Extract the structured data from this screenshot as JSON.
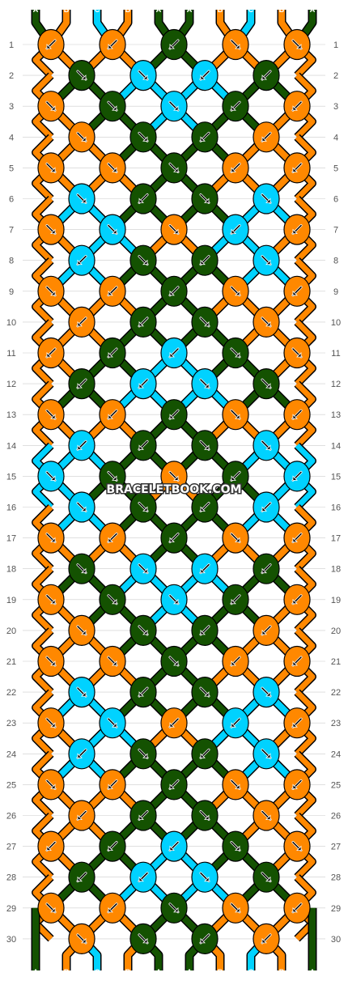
{
  "colors": {
    "A": "#145201",
    "B": "#ff8800",
    "C": "#00d2ff",
    "outline": "#000000",
    "grid": "#cccccc"
  },
  "strings": [
    "A",
    "B",
    "C",
    "B",
    "A",
    "A",
    "B",
    "C",
    "B",
    "A"
  ],
  "watermark": "BRACELETBOOK.COM",
  "rows": [
    {
      "n": 1,
      "knots": [
        {
          "c": "B",
          "d": "L"
        },
        {
          "c": "B",
          "d": "L"
        },
        {
          "c": "A",
          "d": "L"
        },
        {
          "c": "B",
          "d": "R"
        },
        {
          "c": "B",
          "d": "R"
        }
      ]
    },
    {
      "n": 2,
      "knots": [
        {
          "c": "A",
          "d": "R"
        },
        {
          "c": "C",
          "d": "R"
        },
        {
          "c": "C",
          "d": "L"
        },
        {
          "c": "A",
          "d": "L"
        }
      ]
    },
    {
      "n": 3,
      "knots": [
        {
          "c": "B",
          "d": "R"
        },
        {
          "c": "A",
          "d": "R"
        },
        {
          "c": "C",
          "d": "R"
        },
        {
          "c": "A",
          "d": "L"
        },
        {
          "c": "B",
          "d": "L"
        }
      ]
    },
    {
      "n": 4,
      "knots": [
        {
          "c": "B",
          "d": "R"
        },
        {
          "c": "A",
          "d": "R"
        },
        {
          "c": "A",
          "d": "L"
        },
        {
          "c": "B",
          "d": "L"
        }
      ]
    },
    {
      "n": 5,
      "knots": [
        {
          "c": "B",
          "d": "R"
        },
        {
          "c": "B",
          "d": "R"
        },
        {
          "c": "A",
          "d": "R"
        },
        {
          "c": "B",
          "d": "L"
        },
        {
          "c": "B",
          "d": "L"
        }
      ]
    },
    {
      "n": 6,
      "knots": [
        {
          "c": "C",
          "d": "R"
        },
        {
          "c": "A",
          "d": "L"
        },
        {
          "c": "A",
          "d": "R"
        },
        {
          "c": "C",
          "d": "R"
        }
      ]
    },
    {
      "n": 7,
      "knots": [
        {
          "c": "B",
          "d": "R"
        },
        {
          "c": "C",
          "d": "R"
        },
        {
          "c": "B",
          "d": "R"
        },
        {
          "c": "C",
          "d": "L"
        },
        {
          "c": "B",
          "d": "L"
        }
      ]
    },
    {
      "n": 8,
      "knots": [
        {
          "c": "C",
          "d": "L"
        },
        {
          "c": "A",
          "d": "R"
        },
        {
          "c": "A",
          "d": "L"
        },
        {
          "c": "C",
          "d": "R"
        }
      ]
    },
    {
      "n": 9,
      "knots": [
        {
          "c": "B",
          "d": "R"
        },
        {
          "c": "B",
          "d": "L"
        },
        {
          "c": "A",
          "d": "L"
        },
        {
          "c": "B",
          "d": "R"
        },
        {
          "c": "B",
          "d": "L"
        }
      ]
    },
    {
      "n": 10,
      "knots": [
        {
          "c": "B",
          "d": "L"
        },
        {
          "c": "A",
          "d": "L"
        },
        {
          "c": "A",
          "d": "R"
        },
        {
          "c": "B",
          "d": "R"
        }
      ]
    },
    {
      "n": 11,
      "knots": [
        {
          "c": "B",
          "d": "L"
        },
        {
          "c": "A",
          "d": "L"
        },
        {
          "c": "C",
          "d": "L"
        },
        {
          "c": "A",
          "d": "R"
        },
        {
          "c": "B",
          "d": "R"
        }
      ]
    },
    {
      "n": 12,
      "knots": [
        {
          "c": "A",
          "d": "L"
        },
        {
          "c": "C",
          "d": "L"
        },
        {
          "c": "C",
          "d": "R"
        },
        {
          "c": "A",
          "d": "R"
        }
      ]
    },
    {
      "n": 13,
      "knots": [
        {
          "c": "B",
          "d": "R"
        },
        {
          "c": "B",
          "d": "L"
        },
        {
          "c": "A",
          "d": "L"
        },
        {
          "c": "B",
          "d": "R"
        },
        {
          "c": "B",
          "d": "L"
        }
      ]
    },
    {
      "n": 14,
      "knots": [
        {
          "c": "C",
          "d": "L"
        },
        {
          "c": "A",
          "d": "L"
        },
        {
          "c": "A",
          "d": "R"
        },
        {
          "c": "C",
          "d": "R"
        }
      ]
    },
    {
      "n": 15,
      "knots": [
        {
          "c": "C",
          "d": "R"
        },
        {
          "c": "A",
          "d": "R"
        },
        {
          "c": "B",
          "d": "R"
        },
        {
          "c": "A",
          "d": "L"
        },
        {
          "c": "C",
          "d": "L"
        }
      ]
    },
    {
      "n": 16,
      "knots": [
        {
          "c": "C",
          "d": "R"
        },
        {
          "c": "A",
          "d": "R"
        },
        {
          "c": "A",
          "d": "L"
        },
        {
          "c": "C",
          "d": "L"
        }
      ]
    },
    {
      "n": 17,
      "knots": [
        {
          "c": "B",
          "d": "R"
        },
        {
          "c": "B",
          "d": "L"
        },
        {
          "c": "A",
          "d": "L"
        },
        {
          "c": "B",
          "d": "R"
        },
        {
          "c": "B",
          "d": "L"
        }
      ]
    },
    {
      "n": 18,
      "knots": [
        {
          "c": "A",
          "d": "R"
        },
        {
          "c": "C",
          "d": "R"
        },
        {
          "c": "C",
          "d": "L"
        },
        {
          "c": "A",
          "d": "L"
        }
      ]
    },
    {
      "n": 19,
      "knots": [
        {
          "c": "B",
          "d": "R"
        },
        {
          "c": "A",
          "d": "R"
        },
        {
          "c": "C",
          "d": "R"
        },
        {
          "c": "A",
          "d": "L"
        },
        {
          "c": "B",
          "d": "L"
        }
      ]
    },
    {
      "n": 20,
      "knots": [
        {
          "c": "B",
          "d": "R"
        },
        {
          "c": "A",
          "d": "R"
        },
        {
          "c": "A",
          "d": "L"
        },
        {
          "c": "B",
          "d": "L"
        }
      ]
    },
    {
      "n": 21,
      "knots": [
        {
          "c": "B",
          "d": "R"
        },
        {
          "c": "B",
          "d": "R"
        },
        {
          "c": "A",
          "d": "R"
        },
        {
          "c": "B",
          "d": "L"
        },
        {
          "c": "B",
          "d": "L"
        }
      ]
    },
    {
      "n": 22,
      "knots": [
        {
          "c": "C",
          "d": "R"
        },
        {
          "c": "A",
          "d": "L"
        },
        {
          "c": "A",
          "d": "R"
        },
        {
          "c": "C",
          "d": "R"
        }
      ]
    },
    {
      "n": 23,
      "knots": [
        {
          "c": "B",
          "d": "R"
        },
        {
          "c": "C",
          "d": "R"
        },
        {
          "c": "B",
          "d": "L"
        },
        {
          "c": "C",
          "d": "L"
        },
        {
          "c": "B",
          "d": "L"
        }
      ]
    },
    {
      "n": 24,
      "knots": [
        {
          "c": "C",
          "d": "L"
        },
        {
          "c": "A",
          "d": "R"
        },
        {
          "c": "A",
          "d": "L"
        },
        {
          "c": "C",
          "d": "R"
        }
      ]
    },
    {
      "n": 25,
      "knots": [
        {
          "c": "B",
          "d": "R"
        },
        {
          "c": "B",
          "d": "L"
        },
        {
          "c": "A",
          "d": "L"
        },
        {
          "c": "B",
          "d": "R"
        },
        {
          "c": "B",
          "d": "L"
        }
      ]
    },
    {
      "n": 26,
      "knots": [
        {
          "c": "B",
          "d": "L"
        },
        {
          "c": "A",
          "d": "L"
        },
        {
          "c": "A",
          "d": "R"
        },
        {
          "c": "B",
          "d": "R"
        }
      ]
    },
    {
      "n": 27,
      "knots": [
        {
          "c": "B",
          "d": "L"
        },
        {
          "c": "A",
          "d": "L"
        },
        {
          "c": "C",
          "d": "L"
        },
        {
          "c": "A",
          "d": "R"
        },
        {
          "c": "B",
          "d": "R"
        }
      ]
    },
    {
      "n": 28,
      "knots": [
        {
          "c": "A",
          "d": "L"
        },
        {
          "c": "C",
          "d": "L"
        },
        {
          "c": "C",
          "d": "R"
        },
        {
          "c": "A",
          "d": "R"
        }
      ]
    },
    {
      "n": 29,
      "knots": [
        {
          "c": "B",
          "d": "R"
        },
        {
          "c": "B",
          "d": "L"
        },
        {
          "c": "A",
          "d": "R"
        },
        {
          "c": "B",
          "d": "R"
        },
        {
          "c": "B",
          "d": "L"
        }
      ]
    },
    {
      "n": 30,
      "knots": [
        {
          "c": "B",
          "d": "R"
        },
        {
          "c": "A",
          "d": "R"
        },
        {
          "c": "A",
          "d": "L"
        },
        {
          "c": "B",
          "d": "L"
        }
      ]
    }
  ]
}
